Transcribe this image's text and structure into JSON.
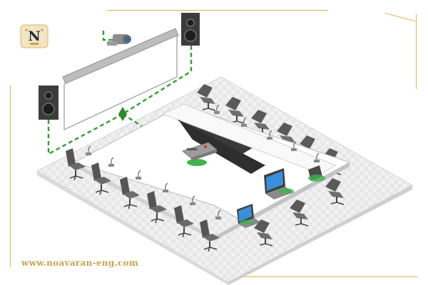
{
  "brand": {
    "logo_icon": "noavaran-logo-icon",
    "website": "www.noavaran-eng.com",
    "accent_color": "#c9a24f"
  },
  "diagram": {
    "subject": "conference-room-av-system",
    "cable_color": "#3a9a3a",
    "hub_color": "#2e8b2e",
    "components": [
      {
        "name": "projection-screen",
        "icon": "projector-screen-icon"
      },
      {
        "name": "ptz-camera",
        "icon": "camera-icon"
      },
      {
        "name": "speaker-left",
        "icon": "speaker-icon"
      },
      {
        "name": "speaker-right",
        "icon": "speaker-icon"
      },
      {
        "name": "conference-table",
        "icon": "table-icon"
      },
      {
        "name": "central-conference-unit",
        "icon": "conference-unit-icon"
      },
      {
        "name": "gooseneck-microphones",
        "icon": "microphone-icon"
      },
      {
        "name": "laptops",
        "icon": "laptop-icon"
      },
      {
        "name": "chairs",
        "icon": "chair-icon"
      }
    ]
  }
}
